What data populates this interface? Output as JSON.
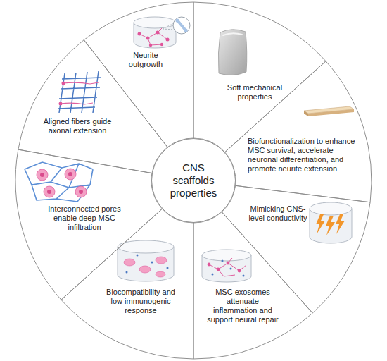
{
  "diagram": {
    "nodes": [
      {
        "text": [
          "CNS scaffolds properties"
        ]
      },
      {
        "text": [
          "Neurite outgrowth"
        ]
      },
      {
        "text": [
          "Soft mechanical properties"
        ]
      },
      {
        "text": [
          "Biofunctionalization to enhance MSC survival, accelerate neuronal differentiation, and promote neurite extension"
        ]
      },
      {
        "text": [
          "Mimicking CNS-level conductivity"
        ]
      },
      {
        "text": [
          "MSC exosomes attenuate inflammation and support neural repair"
        ]
      },
      {
        "text": [
          "Biocompatibility and low immunogenic response"
        ]
      },
      {
        "text": [
          "Interconnected pores enable deep MSC infiltration"
        ]
      },
      {
        "text": [
          "Aligned fibers guide axonal extension"
        ]
      }
    ]
  }
}
